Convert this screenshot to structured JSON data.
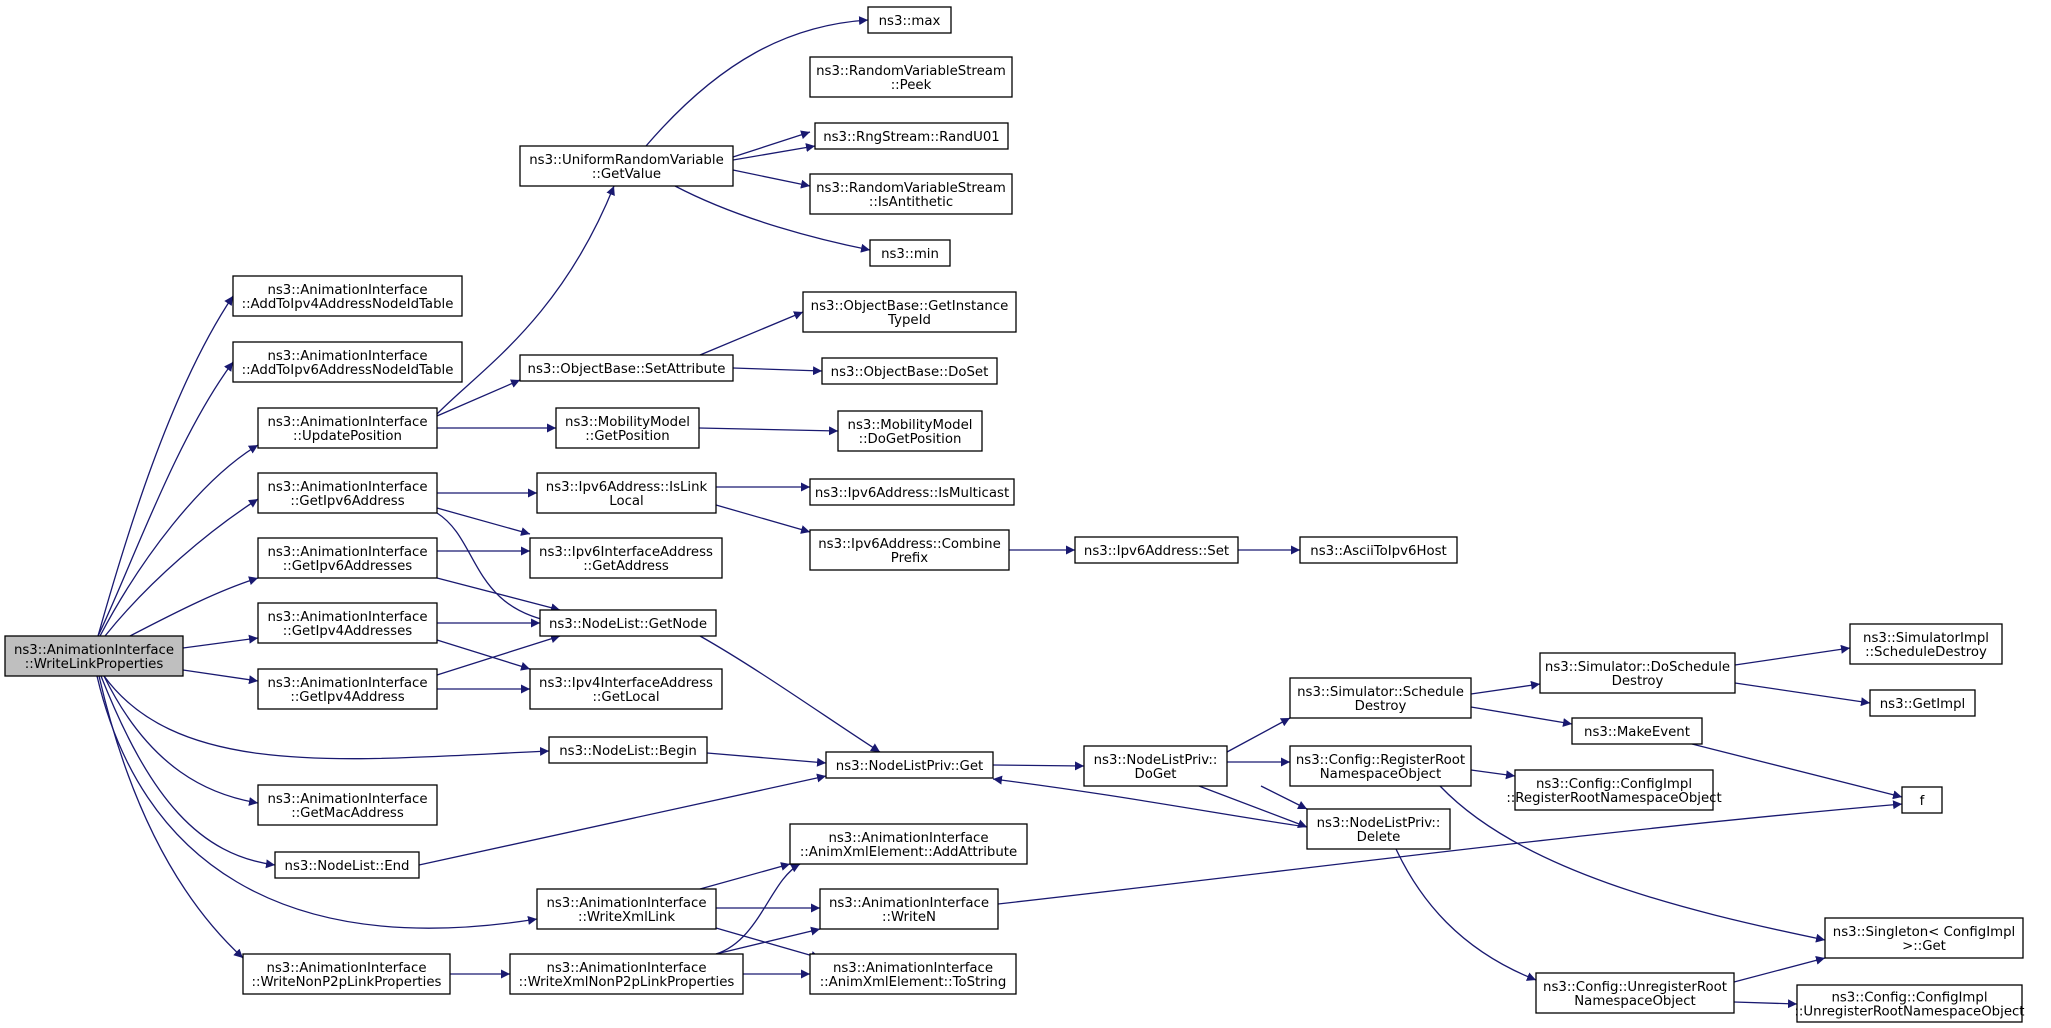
{
  "colors": {
    "edge": "#191970",
    "node_border": "#000000",
    "node_fill": "#ffffff",
    "root_fill": "#bfbfbf",
    "missing_border": "#ff0000"
  },
  "nodes": {
    "writelinkproperties": {
      "lines": [
        "ns3::AnimationInterface",
        "::WriteLinkProperties"
      ],
      "style": "root"
    },
    "addipv4": {
      "lines": [
        "ns3::AnimationInterface",
        "::AddToIpv4AddressNodeIdTable"
      ]
    },
    "addipv6": {
      "lines": [
        "ns3::AnimationInterface",
        "::AddToIpv6AddressNodeIdTable"
      ]
    },
    "updateposition": {
      "lines": [
        "ns3::AnimationInterface",
        "::UpdatePosition"
      ]
    },
    "getipv6address": {
      "lines": [
        "ns3::AnimationInterface",
        "::GetIpv6Address"
      ]
    },
    "getipv6addresses": {
      "lines": [
        "ns3::AnimationInterface",
        "::GetIpv6Addresses"
      ]
    },
    "getipv4addresses": {
      "lines": [
        "ns3::AnimationInterface",
        "::GetIpv4Addresses"
      ]
    },
    "getipv4address": {
      "lines": [
        "ns3::AnimationInterface",
        "::GetIpv4Address"
      ]
    },
    "getmacaddress": {
      "lines": [
        "ns3::AnimationInterface",
        "::GetMacAddress"
      ]
    },
    "nodelistend": {
      "lines": [
        "ns3::NodeList::End"
      ]
    },
    "writenonp2p": {
      "lines": [
        "ns3::AnimationInterface",
        "::WriteNonP2pLinkProperties"
      ]
    },
    "uniformgetvalue": {
      "lines": [
        "ns3::UniformRandomVariable",
        "::GetValue"
      ]
    },
    "setattribute": {
      "lines": [
        "ns3::ObjectBase::SetAttribute"
      ]
    },
    "mobgetposition": {
      "lines": [
        "ns3::MobilityModel",
        "::GetPosition"
      ]
    },
    "islinklocal": {
      "lines": [
        "ns3::Ipv6Address::IsLink",
        "Local"
      ]
    },
    "ipv6ifgetaddress": {
      "lines": [
        "ns3::Ipv6InterfaceAddress",
        "::GetAddress"
      ]
    },
    "nodelistgetnode": {
      "lines": [
        "ns3::NodeList::GetNode"
      ]
    },
    "ipv4ifgetlocal": {
      "lines": [
        "ns3::Ipv4InterfaceAddress",
        "::GetLocal"
      ]
    },
    "nodelistbegin": {
      "lines": [
        "ns3::NodeList::Begin"
      ]
    },
    "writexmllink": {
      "lines": [
        "ns3::AnimationInterface",
        "::WriteXmlLink"
      ]
    },
    "writexmlnonp2p": {
      "lines": [
        "ns3::AnimationInterface",
        "::WriteXmlNonP2pLinkProperties"
      ]
    },
    "max": {
      "lines": [
        "ns3::max"
      ]
    },
    "peek": {
      "lines": [
        "ns3::RandomVariableStream",
        "::Peek"
      ]
    },
    "randu01": {
      "lines": [
        "ns3::RngStream::RandU01"
      ]
    },
    "isantithetic": {
      "lines": [
        "ns3::RandomVariableStream",
        "::IsAntithetic"
      ]
    },
    "min": {
      "lines": [
        "ns3::min"
      ]
    },
    "getinstancetypeid": {
      "lines": [
        "ns3::ObjectBase::GetInstance",
        "TypeId"
      ]
    },
    "doset": {
      "lines": [
        "ns3::ObjectBase::DoSet"
      ]
    },
    "dogetposition": {
      "lines": [
        "ns3::MobilityModel",
        "::DoGetPosition"
      ]
    },
    "ismulticast": {
      "lines": [
        "ns3::Ipv6Address::IsMulticast"
      ]
    },
    "combineprefix": {
      "lines": [
        "ns3::Ipv6Address::Combine",
        "Prefix"
      ]
    },
    "nodelistprivget": {
      "lines": [
        "ns3::NodeListPriv::Get"
      ]
    },
    "addattribute": {
      "lines": [
        "ns3::AnimationInterface",
        "::AnimXmlElement::AddAttribute"
      ]
    },
    "writen": {
      "lines": [
        "ns3::AnimationInterface",
        "::WriteN"
      ]
    },
    "tostring": {
      "lines": [
        "ns3::AnimationInterface",
        "::AnimXmlElement::ToString"
      ]
    },
    "ipv6set": {
      "lines": [
        "ns3::Ipv6Address::Set"
      ]
    },
    "asciitoipv6host": {
      "lines": [
        "ns3::AsciiToIpv6Host"
      ]
    },
    "doget": {
      "lines": [
        "ns3::NodeListPriv::",
        "DoGet"
      ]
    },
    "scheduledestroy": {
      "lines": [
        "ns3::Simulator::Schedule",
        "Destroy"
      ]
    },
    "registerroot": {
      "lines": [
        "ns3::Config::RegisterRoot",
        "NamespaceObject"
      ]
    },
    "nodelistprivdelete": {
      "lines": [
        "ns3::NodeListPriv::",
        "Delete"
      ]
    },
    "doscheduledestroy": {
      "lines": [
        "ns3::Simulator::DoSchedule",
        "Destroy"
      ]
    },
    "makeevent": {
      "lines": [
        "ns3::MakeEvent"
      ]
    },
    "configimplregister": {
      "lines": [
        "ns3::Config::ConfigImpl",
        "::RegisterRootNamespaceObject"
      ]
    },
    "unregisterroot": {
      "lines": [
        "ns3::Config::UnregisterRoot",
        "NamespaceObject"
      ]
    },
    "simimplscheduledestroy": {
      "lines": [
        "ns3::SimulatorImpl",
        "::ScheduleDestroy"
      ]
    },
    "getimpl": {
      "lines": [
        "ns3::GetImpl"
      ],
      "style": "missing"
    },
    "f": {
      "lines": [
        "f"
      ]
    },
    "singletonget": {
      "lines": [
        "ns3::Singleton< ConfigImpl",
        " >::Get"
      ]
    },
    "configimplunregister": {
      "lines": [
        "ns3::Config::ConfigImpl",
        "::UnregisterRootNamespaceObject"
      ]
    }
  }
}
